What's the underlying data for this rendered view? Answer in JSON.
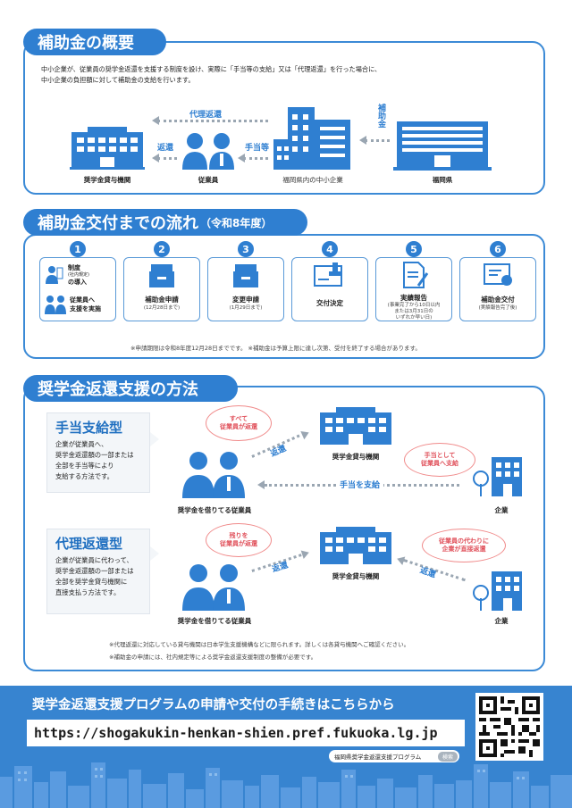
{
  "section1": {
    "title": "補助金の概要",
    "intro_line1": "中小企業が、従業員の奨学金返還を支援する制度を設け、実際に「手当等の支給」又は「代理返還」を行った場合に、",
    "intro_line2": "中小企業の負担額に対して補助金の支給を行います。",
    "arrow_proxy": "代理返還",
    "arrow_repay": "返還",
    "arrow_allowance": "手当等",
    "arrow_subsidy": "補助金",
    "cap_lender": "奨学金貸与機関",
    "cap_employee": "従業員",
    "cap_company": "福岡県内の中小企業",
    "cap_pref": "福岡県"
  },
  "section2": {
    "title": "補助金交付までの流れ",
    "title_note": "（令和8年度）",
    "steps": [
      {
        "num": "1",
        "line_a": "制度",
        "line_a_sub": "(社内規定)",
        "line_b": "の導入",
        "line_c": "従業員へ",
        "line_d": "支援を実施"
      },
      {
        "num": "2",
        "title": "補助金申請",
        "sub1": "(12月28日まで)"
      },
      {
        "num": "3",
        "title": "変更申請",
        "sub1": "(1月29日まで)"
      },
      {
        "num": "4",
        "title": "交付決定"
      },
      {
        "num": "5",
        "title": "実績報告",
        "sub1": "(事業完了から10日以内",
        "sub2": "または3月31日の",
        "sub3": "いずれか早い日)"
      },
      {
        "num": "6",
        "title": "補助金交付",
        "sub1": "(実績報告完了後)"
      }
    ],
    "note": "※申請期限は令和8年度12月28日までです。 ※補助金は予算上限に達し次第、受付を終了する場合があります。"
  },
  "section3": {
    "title": "奨学金返還支援の方法",
    "typeA": {
      "title": "手当支給型",
      "desc1": "企業が従業員へ、",
      "desc2": "奨学金返還額の一部または",
      "desc3": "全部を手当等により",
      "desc4": "支給する方法です。",
      "bubble1_l1": "すべて",
      "bubble1_l2": "従業員が返還",
      "bubble2_l1": "手当として",
      "bubble2_l2": "従業員へ支給",
      "arrow_repay": "返還",
      "arrow_allowance": "手当を支給",
      "cap_lender": "奨学金貸与機関",
      "cap_employee": "奨学金を借りてる従業員",
      "cap_company": "企業"
    },
    "typeB": {
      "title": "代理返還型",
      "desc1": "企業が従業員に代わって、",
      "desc2": "奨学金返還額の一部または",
      "desc3": "全部を奨学金貸与機関に",
      "desc4": "直接支払う方法です。",
      "bubble1_l1": "残りを",
      "bubble1_l2": "従業員が返還",
      "bubble2_l1": "従業員の代わりに",
      "bubble2_l2": "企業が直接返還",
      "arrow_repay1": "返還",
      "arrow_repay2": "返還",
      "cap_lender": "奨学金貸与機関",
      "cap_employee": "奨学金を借りてる従業員",
      "cap_company": "企業"
    },
    "note1": "※代理返還に対応している貸与機関は日本学生支援機構などに限られます。詳しくは各貸与機関へご確認ください。",
    "note2": "※補助金の申請には、社内規定等による奨学金返還支援制度の整備が必要です。"
  },
  "footer": {
    "headline": "奨学金返還支援プログラムの申請や交付の手続きはこちらから",
    "url": "https://shogakukin-henkan-shien.pref.fukuoka.lg.jp",
    "search_label": "福岡県奨学金返還支援プログラム",
    "search_button": "検索"
  },
  "colors": {
    "primary": "#2f7fd1",
    "accent_red": "#e0505a",
    "band": "#3784d0"
  }
}
